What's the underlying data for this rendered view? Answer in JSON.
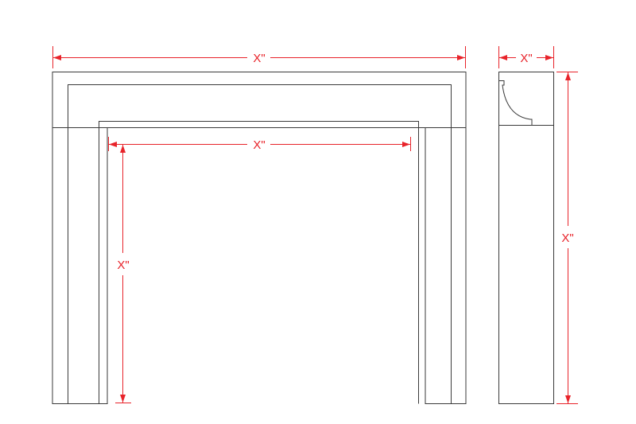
{
  "colors": {
    "outline": "#3a3a3a",
    "dimension": "#e8232a",
    "background": "#ffffff"
  },
  "dimensions": {
    "overall_width_label": "X\"",
    "opening_width_label": "X\"",
    "opening_height_label": "X\"",
    "side_depth_label": "X\"",
    "side_height_label": "X\""
  }
}
